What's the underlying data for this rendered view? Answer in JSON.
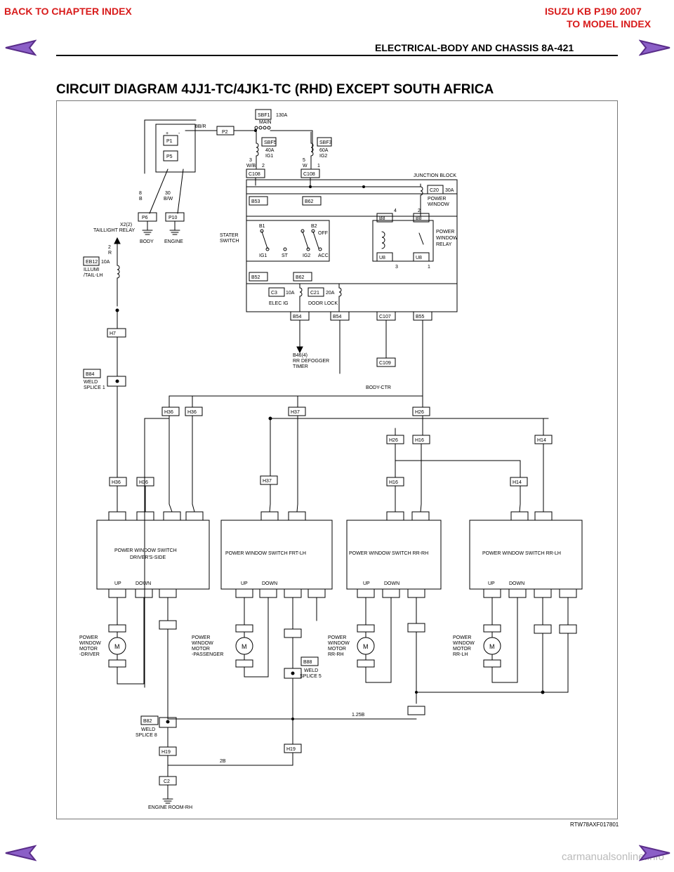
{
  "header": {
    "back_chapter": "BACK TO CHAPTER INDEX",
    "model_line1": "ISUZU KB P190 2007",
    "model_line2": "TO MODEL INDEX",
    "section": "ELECTRICAL-BODY AND CHASSIS  8A-421"
  },
  "title": "CIRCUIT DIAGRAM 4JJ1-TC/4JK1-TC (RHD) EXCEPT SOUTH AFRICA",
  "figure_code": "RTW78AXF017801",
  "footer_site": "carmanualsonline.info",
  "nav_icons": {
    "prev": "left-triangle-arrow-icon",
    "next": "right-triangle-arrow-icon"
  },
  "colors": {
    "link_red": "#d81b1b",
    "arrow_purple": "#5a2d8a",
    "arrow_fill": "#8b5fc7"
  },
  "diagram": {
    "fuses": {
      "sbf1": "SBF1",
      "sbf1_rating": "130A",
      "main": "MAIN",
      "sbf5": "SBF5",
      "sbf5_rating": "40A",
      "sbf5_name": "IG1",
      "sbf3": "SBF3",
      "sbf3_rating": "60A",
      "sbf3_name": "IG2",
      "eb12": "EB12",
      "eb12_rating": "10A",
      "eb12_name_1": "ILLUMI",
      "eb12_name_2": "/TAIL-LH",
      "c20": "C20",
      "c20_rating": "30A",
      "c20_name_1": "POWER",
      "c20_name_2": "WINDOW",
      "c3": "C3",
      "c3_rating": "10A",
      "c3_name": "ELEC IG",
      "c21": "C21",
      "c21_rating": "20A",
      "c21_name": "DOOR LOCK"
    },
    "battery": {
      "plus": "+",
      "minus": "-",
      "p1": "P1",
      "p5": "P5",
      "p2": "P2",
      "p6": "P6",
      "p10": "P10",
      "wire_8br": "8B/R",
      "wire_8b": "8",
      "wire_8b_c": "B",
      "wire_30": "30",
      "wire_30c": "B/W",
      "body": "BODY",
      "engine": "ENGINE"
    },
    "junction": {
      "label": "JUNCTION BLOCK",
      "c108a": "C108",
      "c108b": "C108",
      "w3": "3",
      "w3c": "W/B",
      "w2": "2",
      "w5": "5",
      "w5c": "W",
      "w1": "1"
    },
    "starter": {
      "label_1": "STATER",
      "label_2": "SWITCH",
      "b1": "B1",
      "b2": "B2",
      "off": "OFF",
      "ig1": "IG1",
      "st": "ST",
      "ig2": "IG2",
      "acc": "ACC",
      "b53": "B53",
      "b62a": "B62",
      "b52": "B52",
      "b62b": "B62"
    },
    "relay": {
      "label_1": "POWER",
      "label_2": "WINDOW",
      "label_3": "RELAY",
      "b8a": "B8",
      "b8b": "B8",
      "u8a": "U8",
      "u8b": "U8",
      "pin4": "4",
      "pin2": "2",
      "pin3": "3",
      "pin1": "1"
    },
    "taillight": {
      "label_1": "X2(2)",
      "label_2": "TAILLIGHT RELAY",
      "w": "2",
      "wc": "R"
    },
    "connectors": {
      "b54": "B54",
      "b54b": "B54",
      "c107": "C107",
      "b55": "B55",
      "c109": "C109",
      "h7": "H7",
      "b84": "B84",
      "weld1_1": "WELD",
      "weld1_2": "SPLICE 1",
      "body_ctr": "BODY-CTR",
      "defogger_1": "B46(4)",
      "defogger_2": "RR DEFOGGER",
      "defogger_3": "TIMER"
    },
    "harness": {
      "h36a": "H36",
      "h36b": "H36",
      "h37a": "H37",
      "h26": "H26",
      "h36c": "H36",
      "h36d": "H36",
      "h37b": "H37",
      "h26b": "H26",
      "h16a": "H16",
      "h16b": "H16",
      "h14a": "H14",
      "h14b": "H14"
    },
    "switches": {
      "driver_1": "POWER WINDOW SWITCH",
      "driver_2": "DRIVER'S-SIDE",
      "frt_lh": "POWER WINDOW SWITCH FRT-LH",
      "rr_rh": "POWER WINDOW SWITCH RR-RH",
      "rr_lh": "POWER WINDOW SWITCH RR-LH",
      "up": "UP",
      "down": "DOWN"
    },
    "motors": {
      "driver": [
        "POWER",
        "WINDOW",
        "MOTOR",
        "-DRIVER"
      ],
      "passenger": [
        "POWER",
        "WINDOW",
        "MOTOR",
        "-PASSENGER"
      ],
      "rr_rh": [
        "POWER",
        "WINDOW",
        "MOTOR",
        "RR-RH"
      ],
      "rr_lh": [
        "POWER",
        "WINDOW",
        "MOTOR",
        "RR-LH"
      ]
    },
    "ground": {
      "b88": "B88",
      "weld5_1": "WELD",
      "weld5_2": "SPLICE 5",
      "b82": "B82",
      "weld8_1": "WELD",
      "weld8_2": "SPLICE 8",
      "h19a": "H19",
      "h19b": "H19",
      "c2": "C2",
      "engine_room": "ENGINE ROOM-RH",
      "w2b": "2B",
      "w125b": "1.25B"
    }
  }
}
